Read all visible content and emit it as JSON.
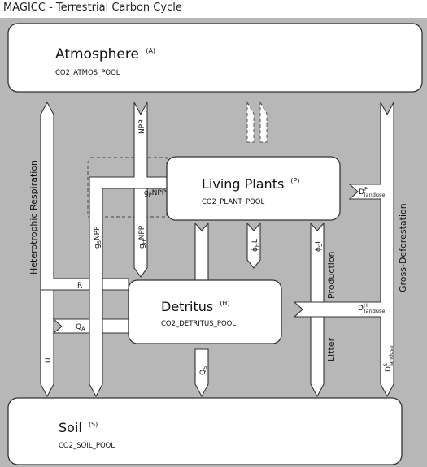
{
  "title": "MAGICC - Terrestrial Carbon Cycle",
  "pools": {
    "atmosphere": {
      "name": "Atmosphere",
      "sup": "(A)",
      "code": "CO2_ATMOS_POOL"
    },
    "plants": {
      "name": "Living Plants",
      "sup": "(P)",
      "code": "CO2_PLANT_POOL"
    },
    "detritus": {
      "name": "Detritus",
      "sup": "(H)",
      "code": "CO2_DETRITUS_POOL"
    },
    "soil": {
      "name": "Soil",
      "sup": "(S)",
      "code": "CO2_SOIL_POOL"
    }
  },
  "flows": {
    "heterotrophic_respiration": "Heterotrophic Respiration",
    "npp": "NPP",
    "gp_npp": {
      "g": "g",
      "sub": "P",
      "npp": "NPP"
    },
    "gs_npp": {
      "g": "g",
      "sub": "S",
      "npp": "NPP"
    },
    "gh_npp": {
      "g": "g",
      "sub": "H",
      "npp": "NPP"
    },
    "r": "R",
    "qa": {
      "q": "Q",
      "sub": "A"
    },
    "qs": {
      "q": "Q",
      "sub": "S"
    },
    "u": "U",
    "phi_h_l": {
      "phi": "ϕ",
      "sub": "H",
      "l": "L"
    },
    "phi_s_l": {
      "phi": "ϕ",
      "sub": "S",
      "l": "L"
    },
    "production": "Production",
    "litter": "Litter",
    "gross_deforestation": "Gross-Deforestation",
    "dp_landuse": {
      "d": "D",
      "sup": "P",
      "sub": "landuse"
    },
    "dh_landuse": {
      "d": "D",
      "sup": "H",
      "sub": "landuse"
    },
    "ds_landuse": {
      "d": "D",
      "sup": "S",
      "sub": "landuse"
    }
  }
}
